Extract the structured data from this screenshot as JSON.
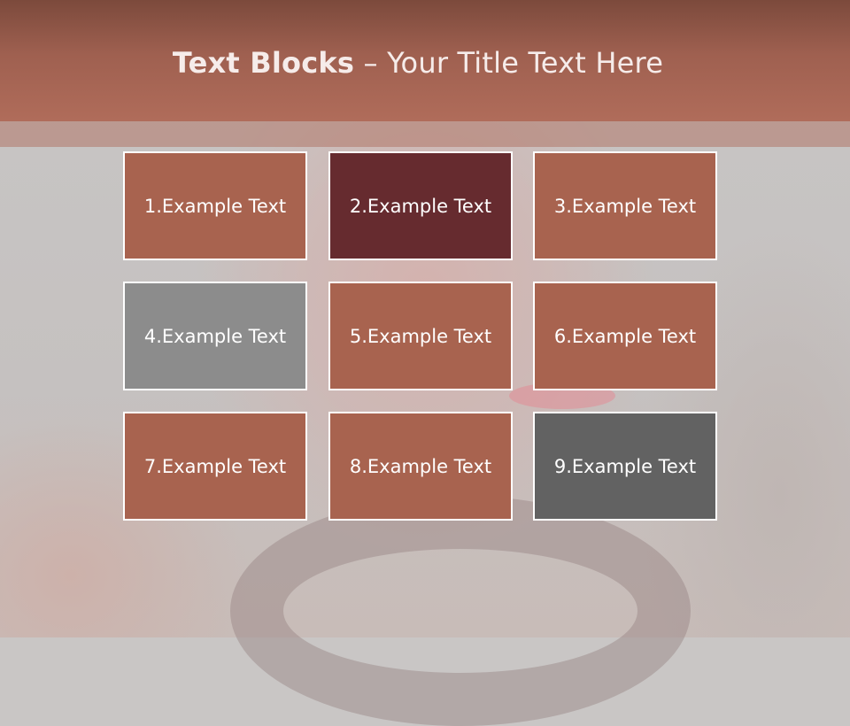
{
  "title": {
    "bold": "Text Blocks",
    "dash": " – ",
    "rest": "Your Title Text Here"
  },
  "colors": {
    "header": "#a5614f",
    "block_default": "#a8634f",
    "block_dark_red": "#662b2f",
    "block_gray": "#8c8c8c",
    "block_dark_gray": "#626262",
    "block_border": "#ffffff"
  },
  "blocks": [
    {
      "label": "1.Example Text",
      "color": "#a8634f"
    },
    {
      "label": "2.Example Text",
      "color": "#662b2f"
    },
    {
      "label": "3.Example Text",
      "color": "#a8634f"
    },
    {
      "label": "4.Example Text",
      "color": "#8c8c8c"
    },
    {
      "label": "5.Example Text",
      "color": "#a8634f"
    },
    {
      "label": "6.Example Text",
      "color": "#a8634f"
    },
    {
      "label": "7.Example Text",
      "color": "#a8634f"
    },
    {
      "label": "8.Example Text",
      "color": "#a8634f"
    },
    {
      "label": "9.Example Text",
      "color": "#626262"
    }
  ]
}
